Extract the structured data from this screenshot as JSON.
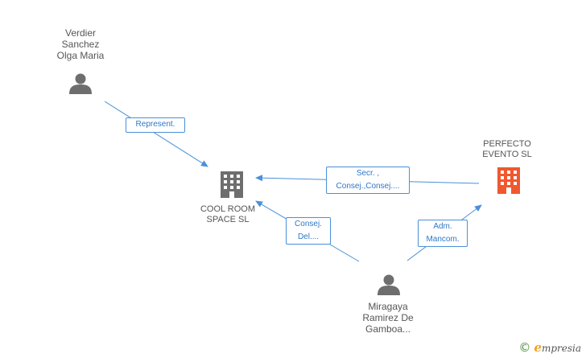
{
  "nodes": {
    "verdier": {
      "label": "Verdier\nSanchez\nOlga Maria",
      "type": "person-icon"
    },
    "coolroom": {
      "label": "COOL ROOM\nSPACE SL",
      "type": "building-icon"
    },
    "perfecto": {
      "label": "PERFECTO\nEVENTO SL",
      "type": "building-icon"
    },
    "miragaya": {
      "label": "Miragaya\nRamirez De\nGamboa...",
      "type": "person-icon"
    }
  },
  "edges": {
    "represent": {
      "label": "Represent."
    },
    "secr": {
      "label": "Secr. ,\nConsej.,Consej...."
    },
    "consej": {
      "label": "Consej.\nDel...."
    },
    "adm": {
      "label": "Adm.\nMancom."
    }
  },
  "colors": {
    "edge": "#4a90d9",
    "person_icon": "#6e6e6e",
    "company_icon": "#6e6e6e",
    "company_highlight": "#f0582e"
  },
  "watermark": {
    "symbol": "©",
    "brand_initial": "e",
    "brand_rest": "mpresia"
  }
}
